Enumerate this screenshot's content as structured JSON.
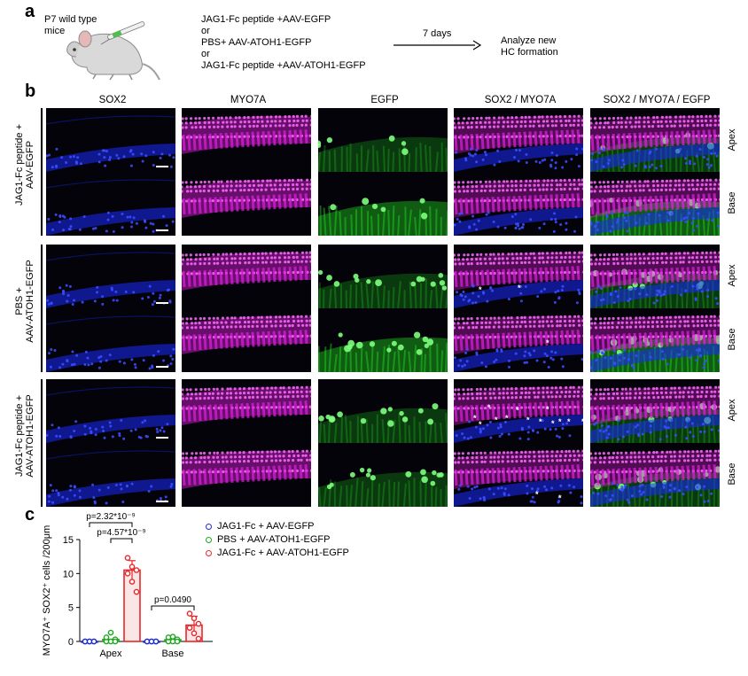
{
  "panel_a": {
    "letter": "a",
    "mouse_label_line1": "P7 wild type",
    "mouse_label_line2": "mice",
    "conditions": [
      "JAG1-Fc peptide +AAV-EGFP",
      "or",
      "PBS+ AAV-ATOH1-EGFP",
      "or",
      "JAG1-Fc peptide +AAV-ATOH1-EGFP"
    ],
    "arrow_label": "7 days",
    "outcome_line1": "Analyze new",
    "outcome_line2": "HC formation"
  },
  "panel_b": {
    "letter": "b",
    "columns": [
      "SOX2",
      "MYO7A",
      "EGFP",
      "SOX2 / MYO7A",
      "SOX2 / MYO7A / EGFP"
    ],
    "groups": [
      {
        "label_line1": "JAG1-Fc peptide +",
        "label_line2": "AAV-EGFP"
      },
      {
        "label_line1": "PBS +",
        "label_line2": "AAV-ATOH1-EGFP"
      },
      {
        "label_line1": "JAG1-Fc peptide +",
        "label_line2": "AAV-ATOH1-EGFP"
      }
    ],
    "row_labels": [
      "Apex",
      "Base"
    ],
    "marker": "*",
    "colors": {
      "sox2": "#1a2aff",
      "myo7a": "#e020e0",
      "egfp": "#22dd22"
    }
  },
  "panel_c": {
    "letter": "c",
    "chart_data": {
      "type": "bar",
      "categories": [
        "Apex",
        "Base"
      ],
      "ylabel": "MYO7A⁺ SOX2⁺ cells /200μm",
      "ylim": [
        0,
        15
      ],
      "yticks": [
        "0",
        "5",
        "10",
        "15"
      ],
      "series": [
        {
          "name": "JAG1-Fc + AAV-EGFP",
          "color": "#1f2ad4",
          "values": [
            0,
            0
          ],
          "points": [
            [
              0,
              0,
              0,
              0,
              0,
              0
            ],
            [
              0,
              0,
              0,
              0,
              0,
              0
            ]
          ]
        },
        {
          "name": "PBS + AAV-ATOH1-EGFP",
          "color": "#1fa51f",
          "values": [
            0.3,
            0.25
          ],
          "points": [
            [
              0,
              0,
              0.3,
              0.6,
              1.3,
              0
            ],
            [
              0,
              0,
              0.3,
              0.6,
              0.7,
              0
            ]
          ]
        },
        {
          "name": "JAG1-Fc + AAV-ATOH1-EGFP",
          "color": "#e8262a",
          "values": [
            10.5,
            2.4
          ],
          "points": [
            [
              12.3,
              11,
              10.5,
              10,
              8.8,
              7.3
            ],
            [
              4.1,
              3.4,
              2.6,
              2,
              1.2,
              0.4
            ]
          ],
          "error": [
            1.4,
            1.3
          ]
        }
      ],
      "annotations": [
        "p=2.32*10⁻⁹",
        "p=4.57*10⁻⁹",
        "p=0.0490"
      ]
    }
  }
}
